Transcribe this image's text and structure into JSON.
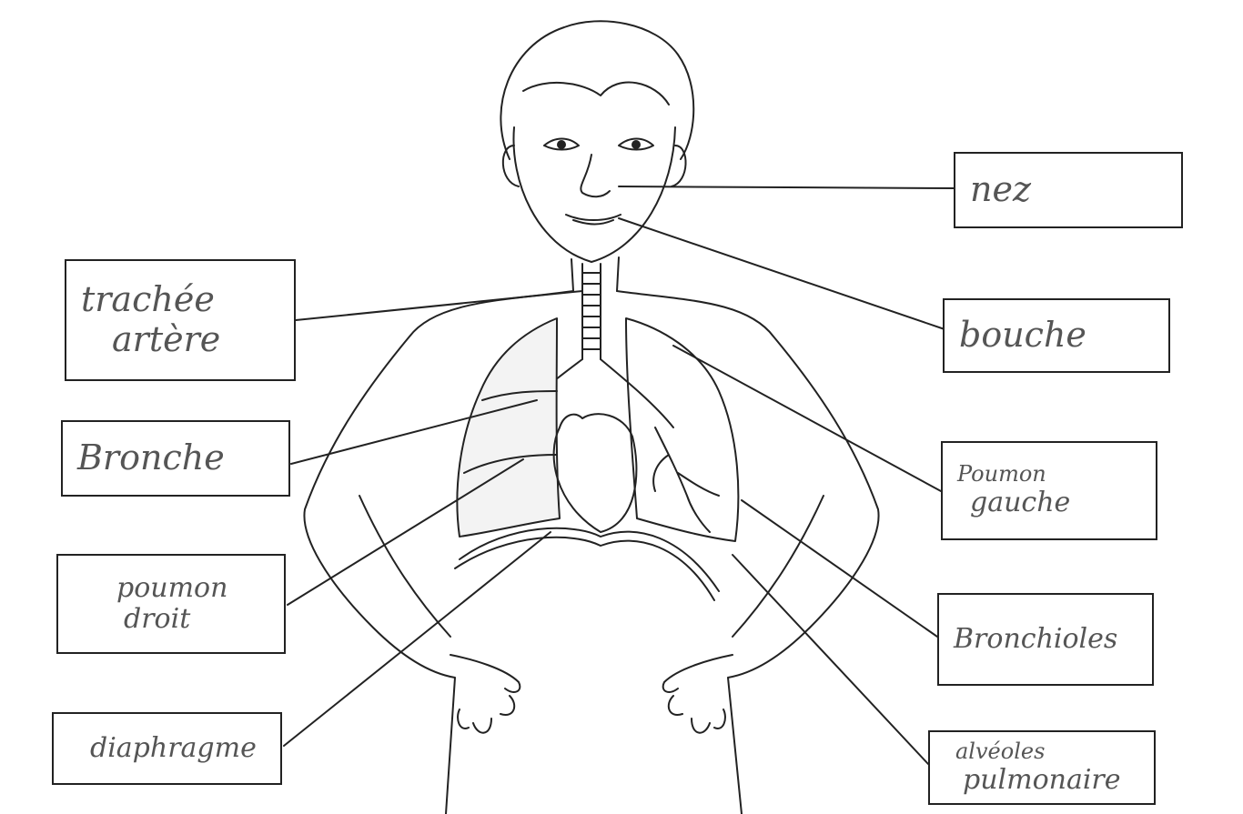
{
  "labels": {
    "nez": "nez",
    "bouche": "bouche",
    "trachee": [
      "trachée",
      "artère"
    ],
    "bronche": "Bronche",
    "poumon_gauche": [
      "Poumon",
      "gauche"
    ],
    "poumon_droit": [
      "poumon",
      "droit"
    ],
    "bronchioles": "Bronchioles",
    "diaphragme": "diaphragme",
    "alveoles": [
      "alvéoles",
      "pulmonaire"
    ]
  },
  "colors": {
    "line": "#222222",
    "label_text": "#555555"
  }
}
